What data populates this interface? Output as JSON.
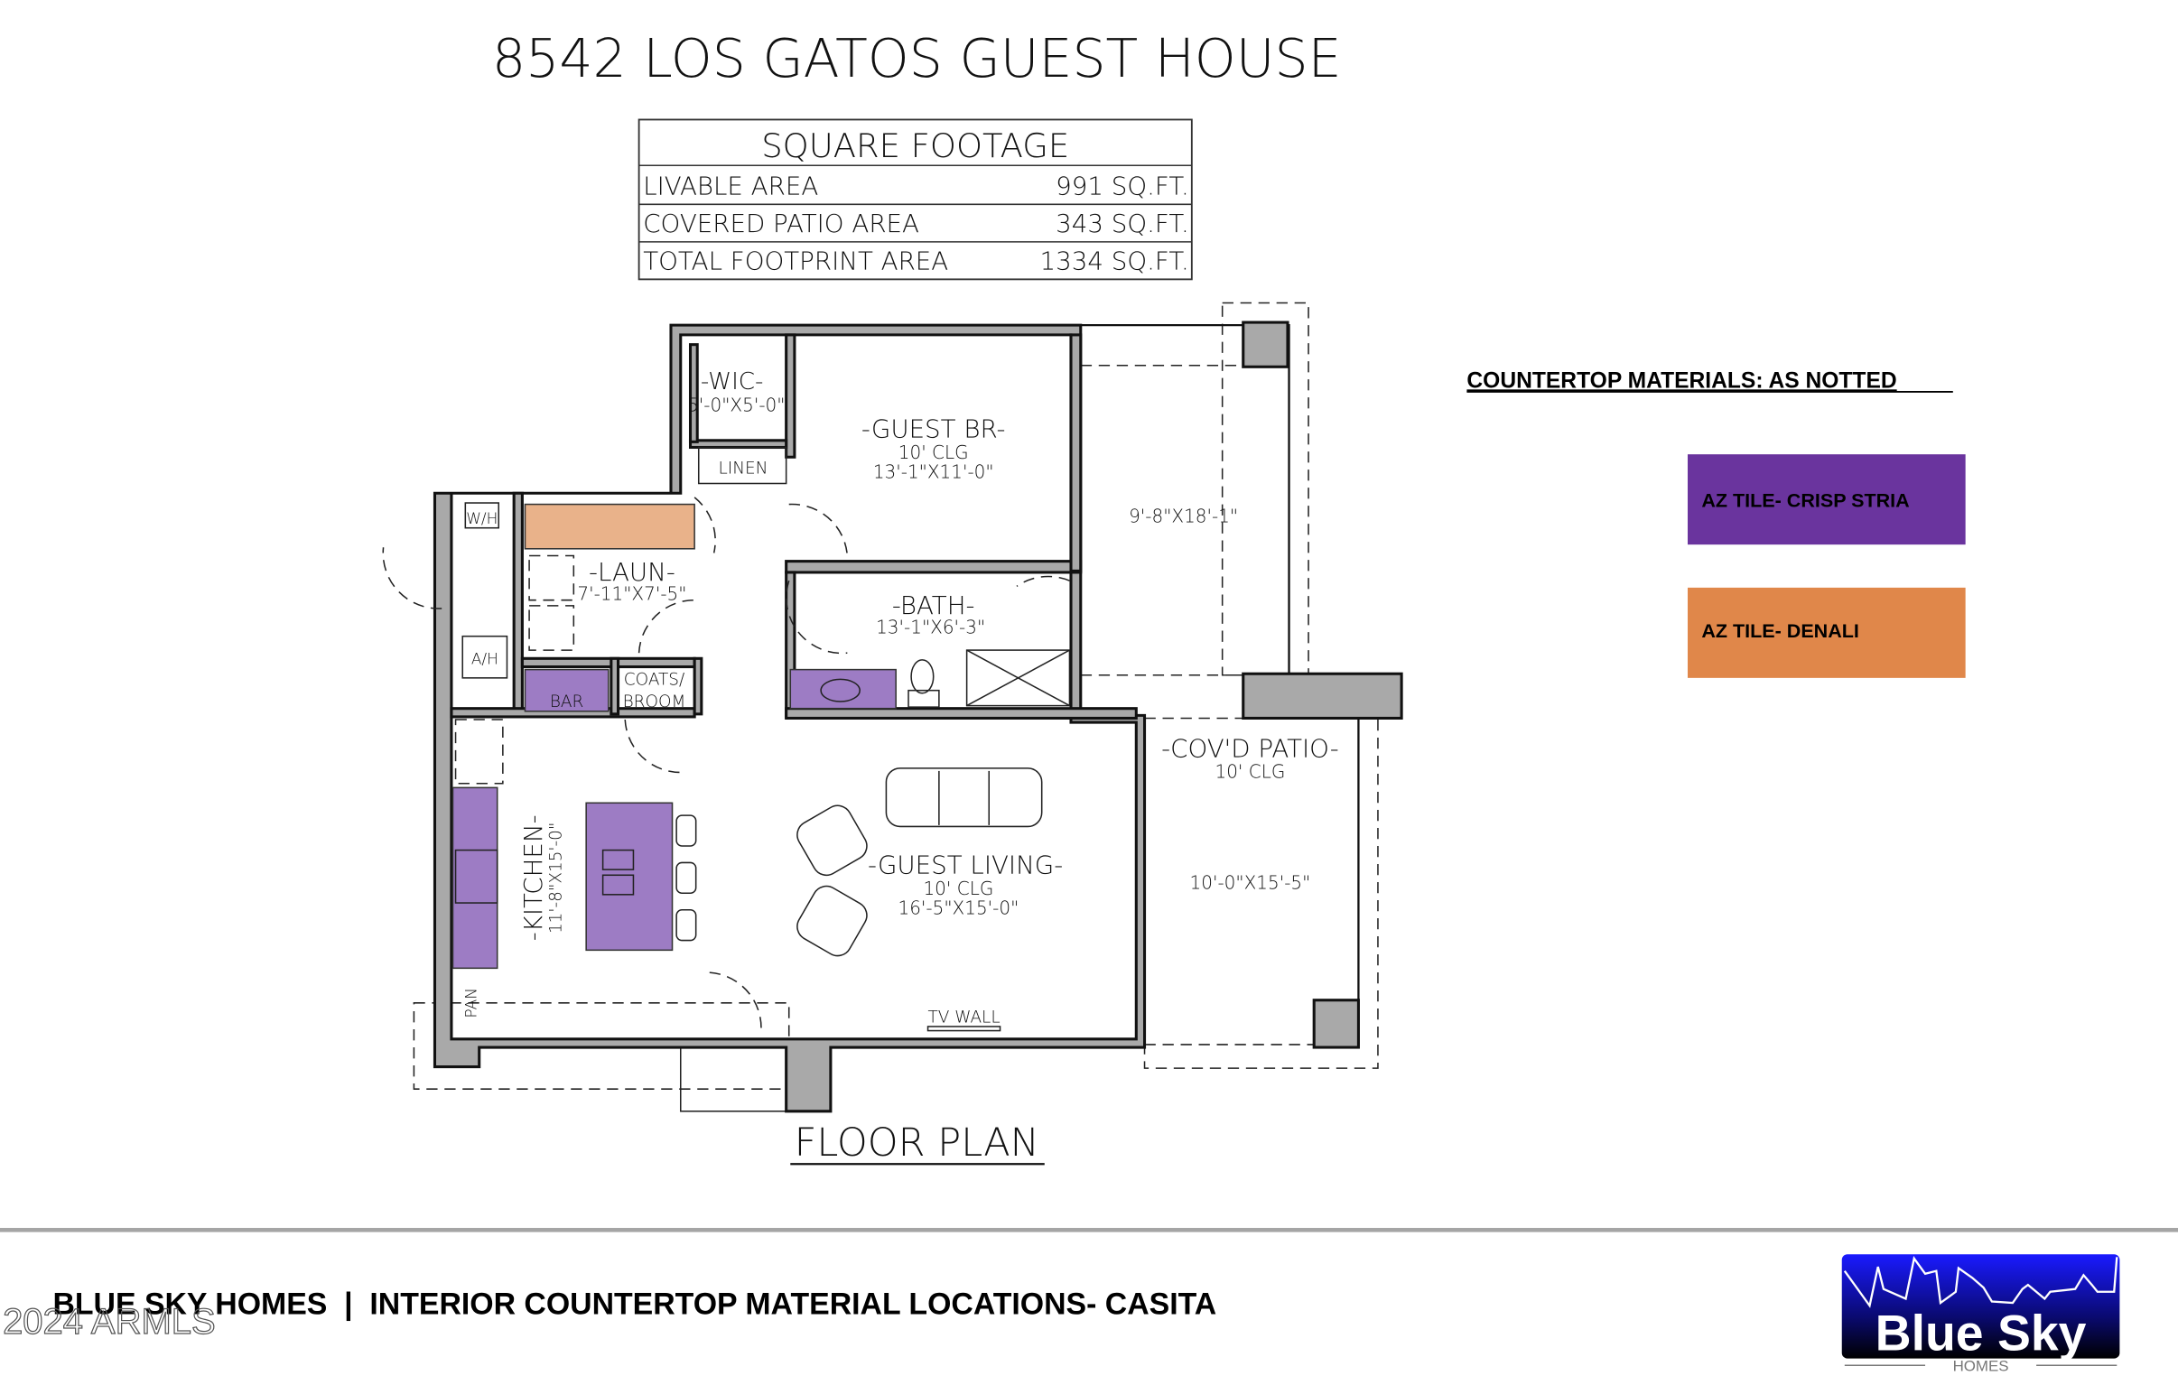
{
  "title": "8542 LOS GATOS GUEST HOUSE",
  "square_footage": {
    "header": "SQUARE FOOTAGE",
    "rows": [
      {
        "label": "LIVABLE AREA",
        "value": "991 SQ.FT."
      },
      {
        "label": "COVERED PATIO AREA",
        "value": "343 SQ.FT."
      },
      {
        "label": "TOTAL FOOTPRINT AREA",
        "value": "1334 SQ.FT."
      }
    ]
  },
  "rooms": {
    "wic": {
      "name": "-WIC-",
      "dims": "5'-0\"X5'-0\""
    },
    "linen": "LINEN",
    "guest_br": {
      "name": "-GUEST BR-",
      "clg": "10' CLG",
      "dims": "13'-1\"X11'-0\""
    },
    "patio_upper": {
      "dims": "9'-8\"X18'-1\""
    },
    "wh": "W/H",
    "ah": "A/H",
    "laun": {
      "name": "-LAUN-",
      "dims": "7'-11\"X7'-5\""
    },
    "bath": {
      "name": "-BATH-",
      "dims": "13'-1\"X6'-3\""
    },
    "coats": "COATS/",
    "broom": "BROOM",
    "bar": "BAR",
    "kitchen": {
      "name": "-KITCHEN-",
      "dims": "11'-8\"X15'-0\""
    },
    "guest_living": {
      "name": "-GUEST LIVING-",
      "clg": "10' CLG",
      "dims": "16'-5\"X15'-0\""
    },
    "covd_patio": {
      "name": "-COV'D PATIO-",
      "clg": "10' CLG",
      "dims": "10'-0\"X15'-5\""
    },
    "pan": "PAN",
    "tv_wall": "TV WALL"
  },
  "plan_caption": "FLOOR PLAN",
  "legend": {
    "title": "COUNTERTOP MATERIALS: AS NOTTED",
    "items": [
      {
        "label": "AZ TILE- CRISP STRIA",
        "color": "#6a349e"
      },
      {
        "label": "AZ TILE- DENALI",
        "color": "#e0874a"
      }
    ]
  },
  "plan_colors": {
    "crisp_stria": "#9d7cc4",
    "denali": "#e9b28a"
  },
  "footer": {
    "text": "BLUE SKY HOMES  |  INTERIOR COUNTERTOP MATERIAL LOCATIONS- CASITA",
    "watermark": "2024 ARMLS",
    "logo_text": "Blue Sky",
    "logo_sub": "HOMES"
  }
}
